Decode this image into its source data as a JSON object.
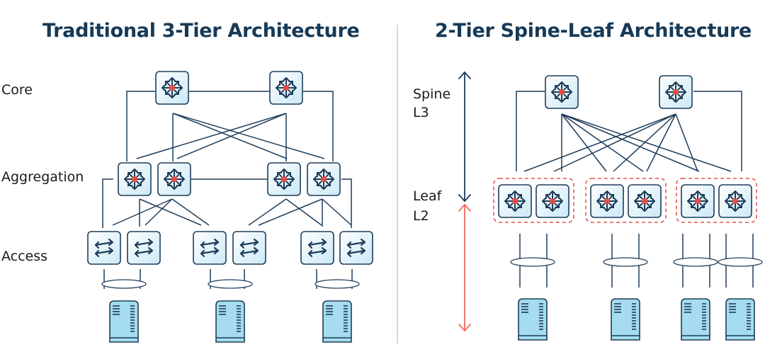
{
  "left_panel": {
    "title": "Traditional 3-Tier Architecture",
    "tiers": [
      "Core",
      "Aggregation",
      "Access"
    ]
  },
  "right_panel": {
    "title": "2-Tier Spine-Leaf Architecture",
    "tiers": [
      {
        "name": "Spine",
        "layer": "L3"
      },
      {
        "name": "Leaf",
        "layer": "L2"
      }
    ]
  },
  "icons": {
    "router": "router-icon",
    "switch": "switch-icon",
    "server": "server-icon",
    "link_aggregation": "link-aggregation-ellipse"
  },
  "colors": {
    "title": "#163a57",
    "line": "#1f3d5a",
    "device_fill": "#dff1fa",
    "device_border": "#1f3d5a",
    "core_dot": "#f04a3e",
    "server_fill": "#a5dcef",
    "l2_arrow": "#f06a5e",
    "leaf_group_border": "#e4574b",
    "divider": "#c8c8c8"
  }
}
